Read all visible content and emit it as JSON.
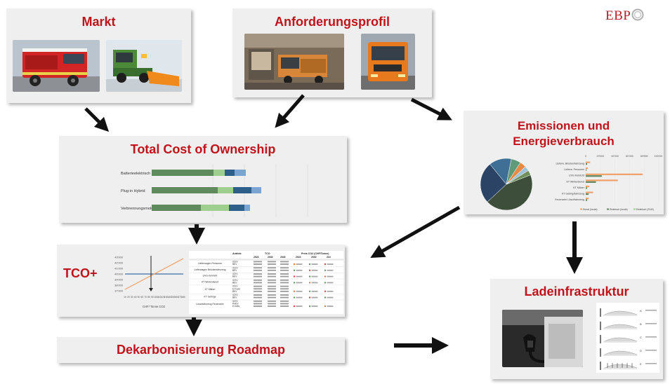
{
  "logo": "EBP",
  "boxes": {
    "markt": "Markt",
    "anforderungsprofil": "Anforderungsprofil",
    "tco": "Total Cost of Ownership",
    "emissionen_line1": "Emissionen und",
    "emissionen_line2": "Energieverbrauch",
    "tcoplus": "TCO+",
    "roadmap": "Dekarbonisierung Roadmap",
    "ladeinfrastruktur": "Ladeinfrastruktur"
  },
  "tco_chart": {
    "rows": [
      "Batterieelektrisch",
      "Plug-in Hybrid",
      "Verbrennungsmotor"
    ]
  },
  "emissions_chart": {
    "axis_ticks": [
      "0",
      "20'000",
      "40'000",
      "60'000",
      "80'000",
      "100'000"
    ],
    "rows": [
      "Lieferw. Brückenfahrzeug",
      "Lieferw. Personen",
      "UVG Kehricht",
      "KT Winterdienst",
      "KT Mäher",
      "KT Gebirgsfahrzeug",
      "Feuerwehr Löschfahrzeug"
    ],
    "legend": [
      "Diesel (heute)",
      "Elektrisch (heute)",
      "Elektrisch (2040)"
    ]
  },
  "tcoplus_chart": {
    "y_ticks": [
      "43'000",
      "42'000",
      "41'000",
      "40'000",
      "39'000",
      "38'000",
      "37'000"
    ],
    "x_ticks": [
      "10",
      "20",
      "30",
      "40",
      "50",
      "60",
      "70",
      "80",
      "90",
      "100",
      "110",
      "120",
      "130",
      "140",
      "150",
      "160",
      "170",
      "180"
    ],
    "xlabel": "CHF/ Tonne CO2"
  },
  "tcoplus_table": {
    "headers": [
      "Antrieb",
      "TCO",
      "Preis CO2 (CHF/Tonne)"
    ],
    "subheaders": [
      "2023",
      "2030",
      "2040",
      "2023",
      "2030",
      "Ziel"
    ],
    "rows": [
      {
        "name": "Lieferwagen Personen",
        "drives": [
          "ICEV",
          "BEV"
        ]
      },
      {
        "name": "Lieferwagen Brückenfahrzeug",
        "drives": [
          "ICEV",
          "BEV"
        ]
      },
      {
        "name": "UVG Kehricht",
        "drives": [
          "ICEV",
          "BEV"
        ]
      },
      {
        "name": "KT Winterdienst",
        "drives": [
          "ICEV",
          "BEV"
        ]
      },
      {
        "name": "KT Mäher",
        "drives": [
          "ICEV",
          "E-Fuels",
          "BEV"
        ]
      },
      {
        "name": "KT Gebirge",
        "drives": [
          "ICEV",
          "BEV"
        ]
      },
      {
        "name": "Löschfahrzeug Feuerwehr",
        "drives": [
          "ICEV",
          "PHEV",
          "E-fuels"
        ]
      }
    ]
  },
  "lade_steps": [
    "A",
    "B",
    "C",
    "D",
    "E"
  ],
  "colors": {
    "title_red": "#c0141c",
    "box_bg": "#efefef",
    "dark_green": "#5f8a5e",
    "light_green": "#9fcf8e",
    "dark_blue": "#2e5f8a",
    "light_blue": "#7aa5d2",
    "orange": "#f0a068"
  }
}
